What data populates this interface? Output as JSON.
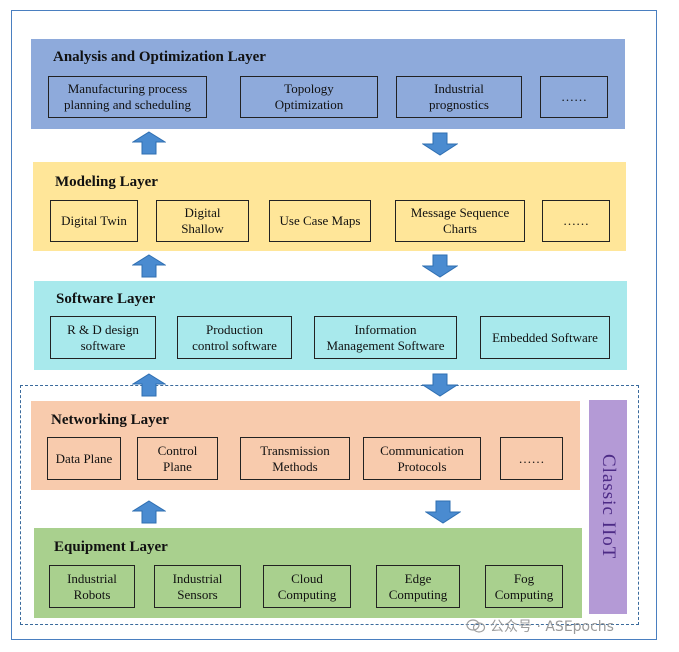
{
  "colors": {
    "analysis": "#8eaadb",
    "modeling": "#ffe699",
    "software": "#a8e9ec",
    "networking": "#f8cbad",
    "equipment": "#a9d08e",
    "arrow": "#4a8bd0",
    "iiot": "#b49ad6"
  },
  "layers": {
    "analysis": {
      "title": "Analysis and Optimization Layer",
      "items": [
        {
          "l1": "Manufacturing process",
          "l2": "planning and scheduling"
        },
        {
          "l1": "Topology",
          "l2": "Optimization"
        },
        {
          "l1": "Industrial",
          "l2": "prognostics"
        },
        {
          "l1": "……",
          "l2": ""
        }
      ]
    },
    "modeling": {
      "title": "Modeling Layer",
      "items": [
        {
          "l1": "Digital Twin",
          "l2": ""
        },
        {
          "l1": "Digital",
          "l2": "Shallow"
        },
        {
          "l1": "Use Case Maps",
          "l2": ""
        },
        {
          "l1": "Message Sequence",
          "l2": "Charts"
        },
        {
          "l1": "……",
          "l2": ""
        }
      ]
    },
    "software": {
      "title": "Software Layer",
      "items": [
        {
          "l1": "R & D design",
          "l2": "software"
        },
        {
          "l1": "Production",
          "l2": "control software"
        },
        {
          "l1": "Information",
          "l2": "Management Software"
        },
        {
          "l1": "Embedded Software",
          "l2": ""
        }
      ]
    },
    "networking": {
      "title": "Networking Layer",
      "items": [
        {
          "l1": "Data Plane",
          "l2": ""
        },
        {
          "l1": "Control",
          "l2": "Plane"
        },
        {
          "l1": "Transmission",
          "l2": "Methods"
        },
        {
          "l1": "Communication",
          "l2": "Protocols"
        },
        {
          "l1": "……",
          "l2": ""
        }
      ]
    },
    "equipment": {
      "title": "Equipment Layer",
      "items": [
        {
          "l1": "Industrial",
          "l2": "Robots"
        },
        {
          "l1": "Industrial",
          "l2": "Sensors"
        },
        {
          "l1": "Cloud",
          "l2": "Computing"
        },
        {
          "l1": "Edge",
          "l2": "Computing"
        },
        {
          "l1": "Fog",
          "l2": "Computing"
        }
      ]
    }
  },
  "iiot_label": "Classic IIoT",
  "watermark": "公众号 · ASEpochs"
}
